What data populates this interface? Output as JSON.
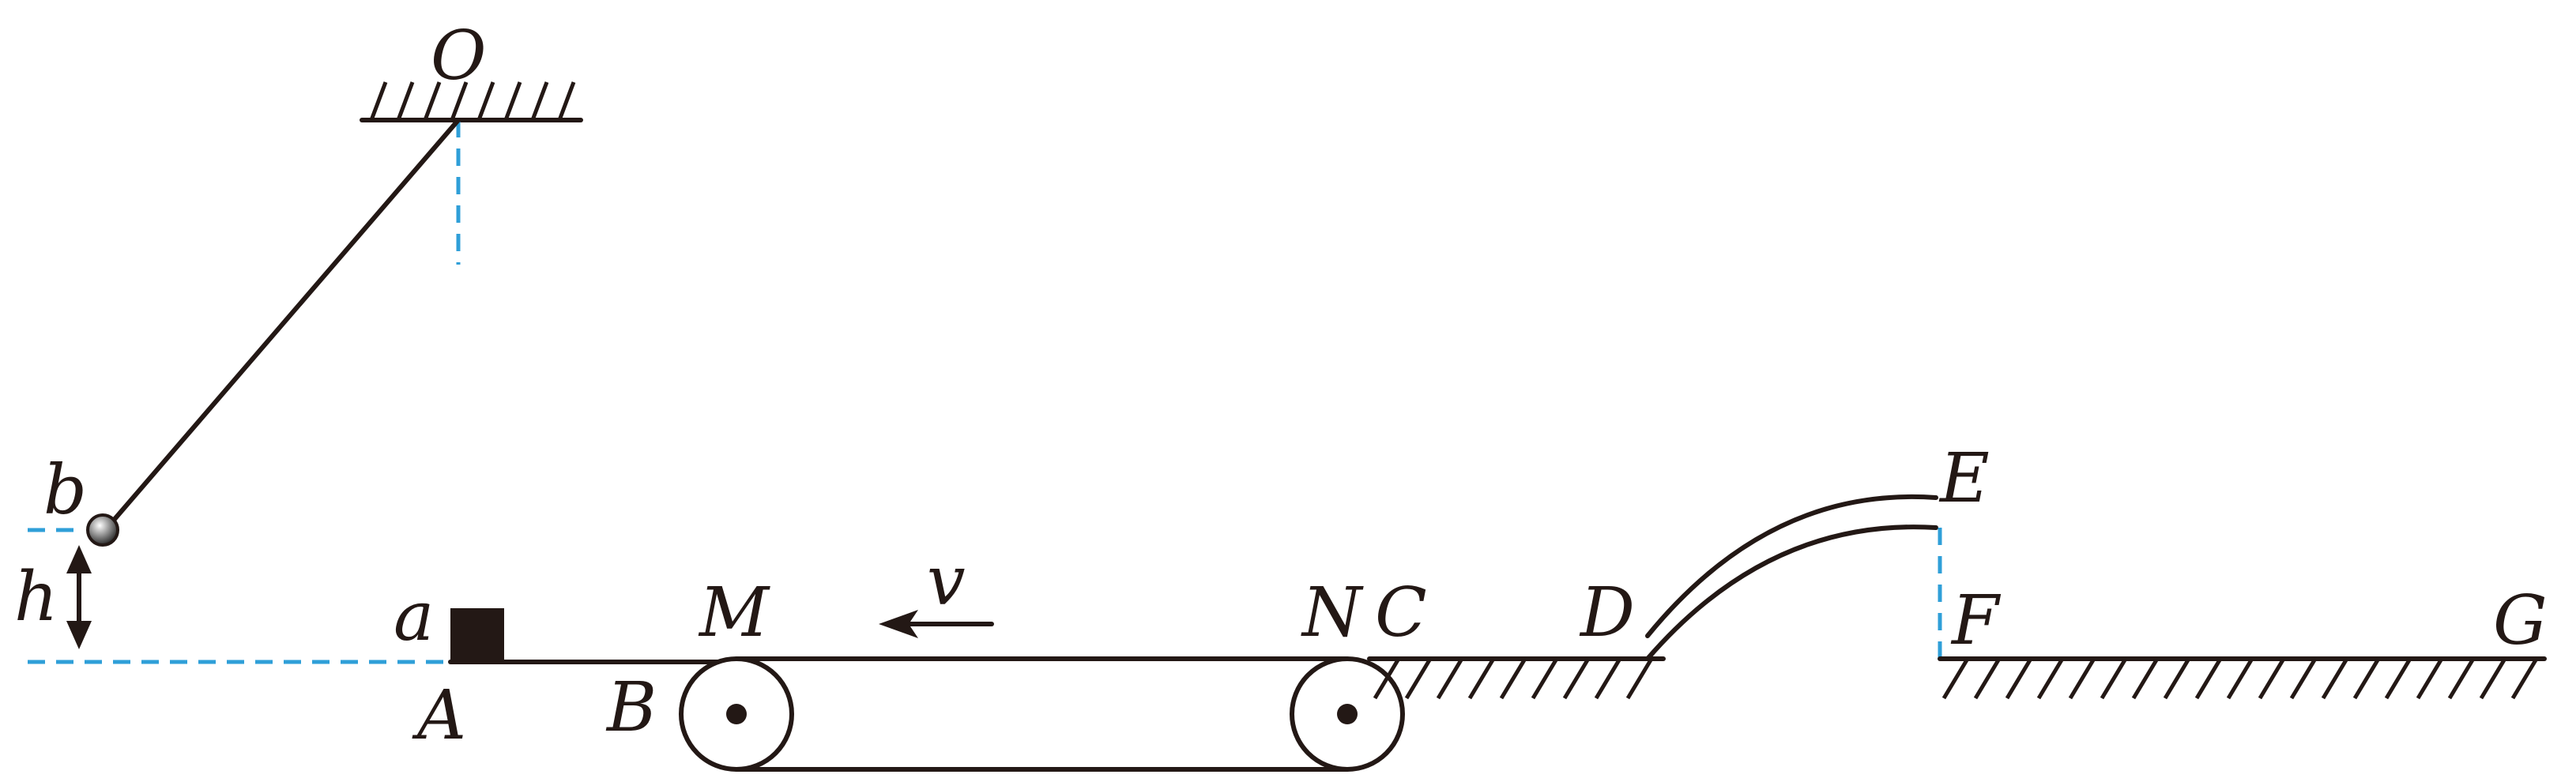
{
  "labels": {
    "O": "O",
    "b": "b",
    "h": "h",
    "a": "a",
    "A": "A",
    "B": "B",
    "M": "M",
    "v": "v",
    "N": "N",
    "C": "C",
    "D": "D",
    "E": "E",
    "F": "F",
    "G": "G"
  },
  "colors": {
    "ink": "#231815",
    "reference_dashes": "#2f9fd8"
  }
}
